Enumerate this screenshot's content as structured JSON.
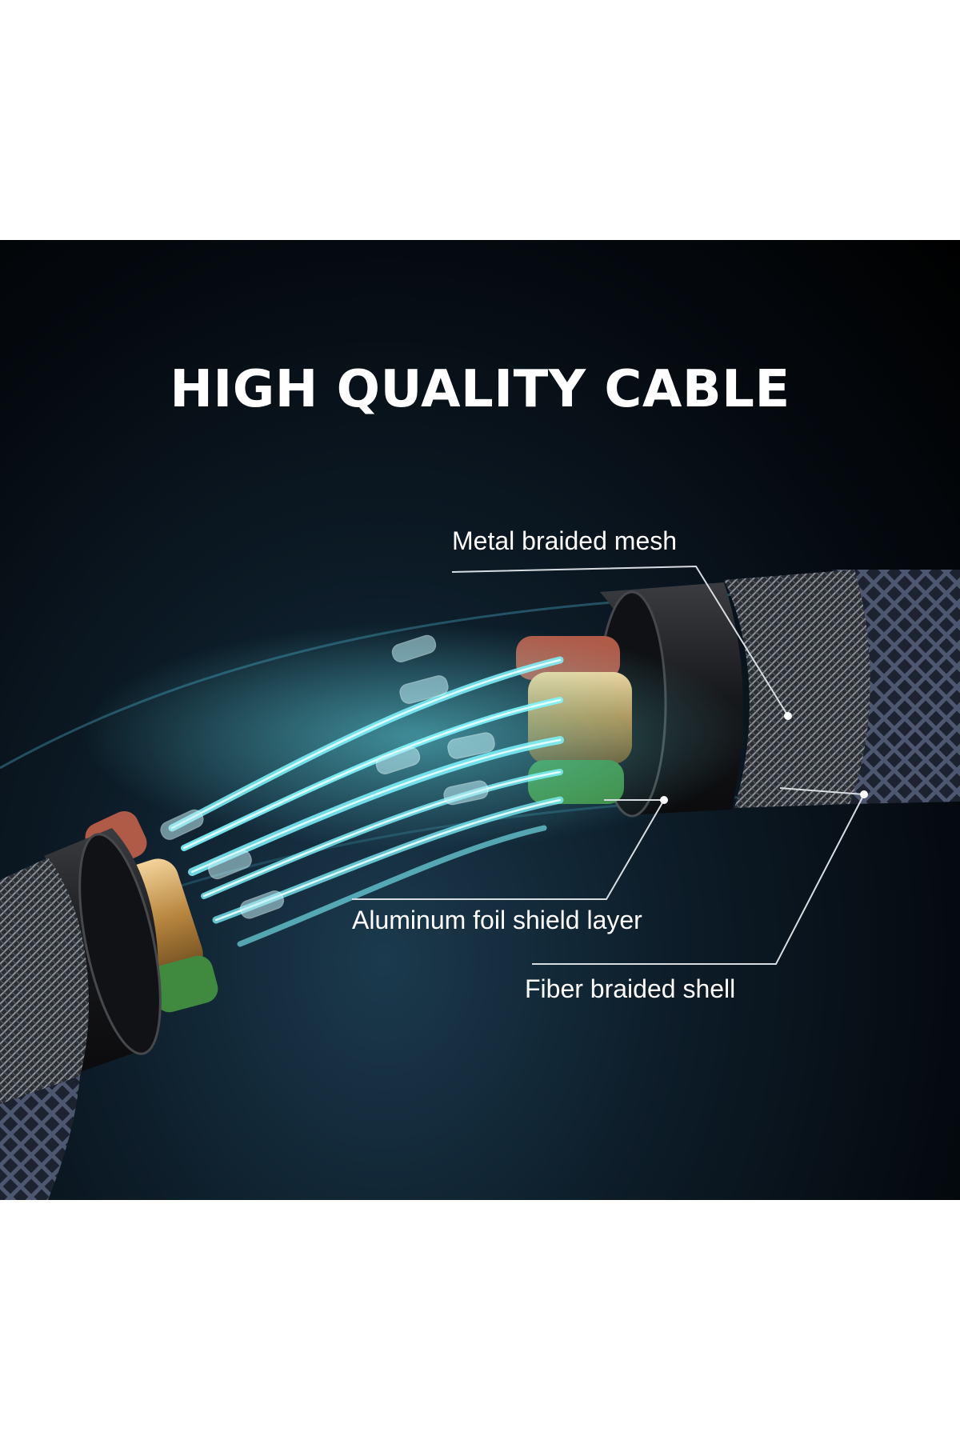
{
  "title": "HIGH QUALITY CABLE",
  "callouts": {
    "metal_braided_mesh": "Metal braided mesh",
    "aluminum_foil_shield_layer": "Aluminum foil shield layer",
    "fiber_braided_shell": "Fiber braided shell"
  },
  "colors": {
    "background": "#000000",
    "glow": "#5ff0ff",
    "text": "#ffffff"
  }
}
